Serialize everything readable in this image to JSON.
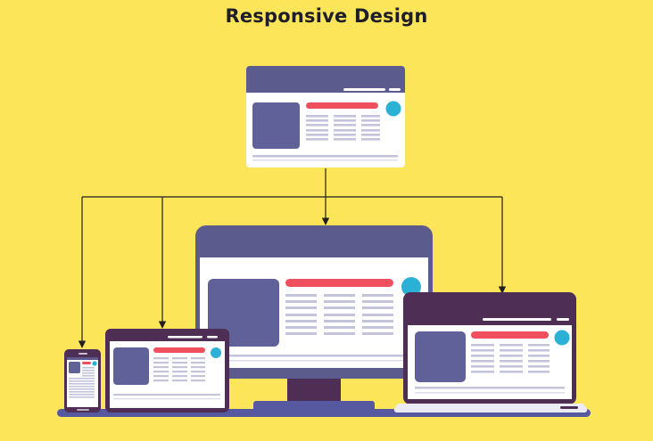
{
  "title": "Responsive Design",
  "colors": {
    "background": "#fde55a",
    "frame_dark": "#4e2e55",
    "header_blue": "#5b5b8e",
    "card_placeholder": "#61619a",
    "accent_red": "#f0505e",
    "accent_cyan": "#2bb1d6",
    "text_lines": "#b9b9d6",
    "connector": "#1f1f1f",
    "stand": "#5658a0"
  },
  "diagram": {
    "source": {
      "name": "webpage-layout",
      "icon": "browser-window-icon"
    },
    "targets": [
      {
        "name": "smartphone",
        "icon": "smartphone-icon"
      },
      {
        "name": "tablet",
        "icon": "tablet-icon"
      },
      {
        "name": "desktop-monitor",
        "icon": "desktop-monitor-icon"
      },
      {
        "name": "laptop",
        "icon": "laptop-icon"
      }
    ]
  }
}
